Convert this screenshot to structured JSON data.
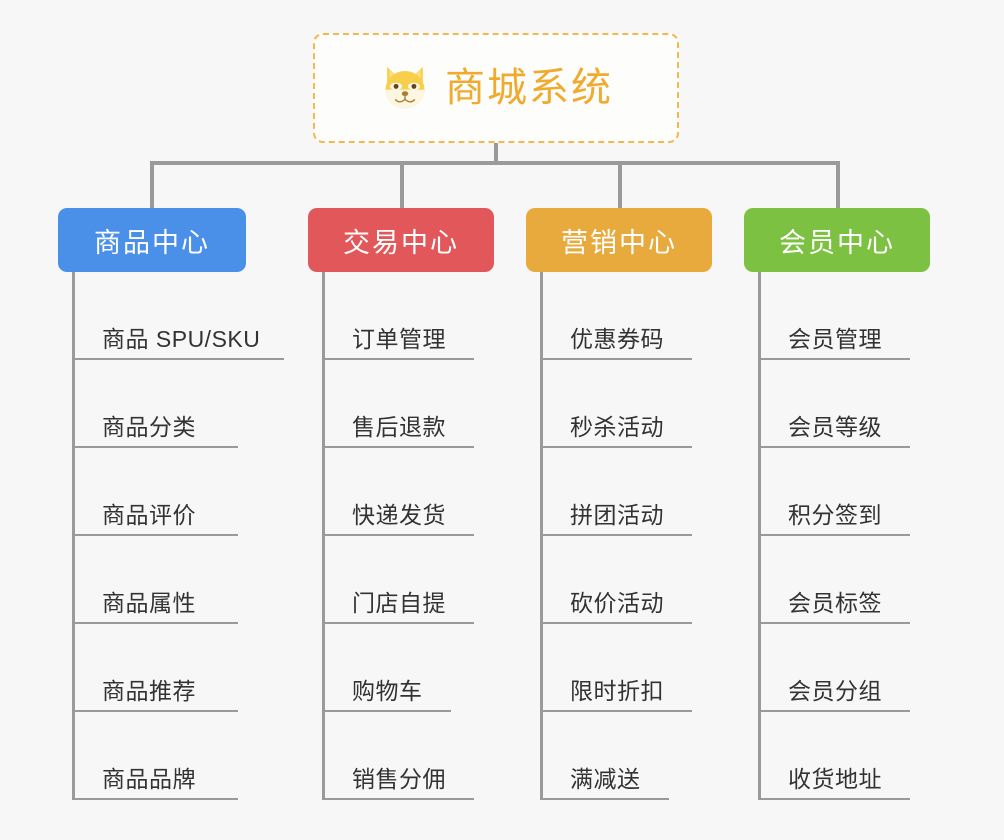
{
  "diagram": {
    "type": "mindmap",
    "background_color": "#f7f7f7",
    "root": {
      "title": "商城系统",
      "icon": "shiba-dog-icon",
      "text_color": "#f0ab2e",
      "border_color": "#f3b94d"
    },
    "connector_color": "#9a9a9a",
    "branches": [
      {
        "title": "商品中心",
        "color": "#4a90e8",
        "items": [
          "商品 SPU/SKU",
          "商品分类",
          "商品评价",
          "商品属性",
          "商品推荐",
          "商品品牌"
        ]
      },
      {
        "title": "交易中心",
        "color": "#e2585a",
        "items": [
          "订单管理",
          "售后退款",
          "快递发货",
          "门店自提",
          "购物车",
          "销售分佣"
        ]
      },
      {
        "title": "营销中心",
        "color": "#e8a93d",
        "items": [
          "优惠券码",
          "秒杀活动",
          "拼团活动",
          "砍价活动",
          "限时折扣",
          "满减送"
        ]
      },
      {
        "title": "会员中心",
        "color": "#7cc142",
        "items": [
          "会员管理",
          "会员等级",
          "积分签到",
          "会员标签",
          "会员分组",
          "收货地址"
        ]
      }
    ]
  }
}
